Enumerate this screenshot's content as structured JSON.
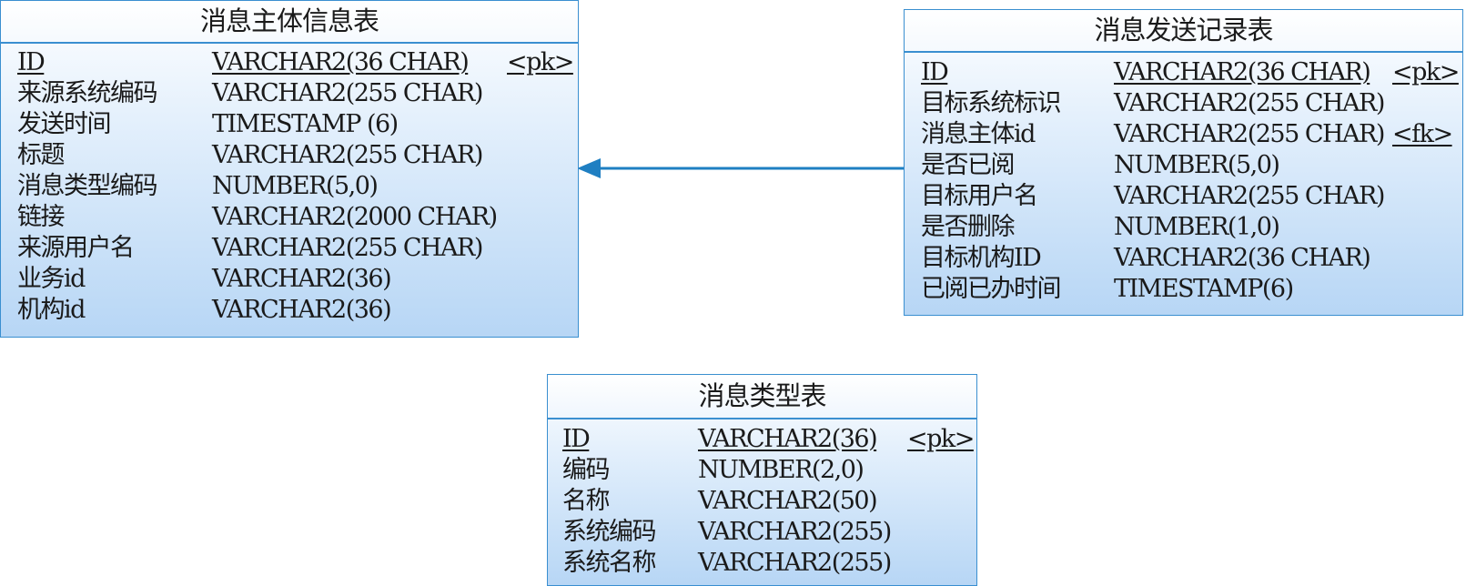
{
  "entities": {
    "message_body": {
      "title": "消息主体信息表",
      "columns": [
        {
          "name": "ID",
          "type": "VARCHAR2(36 CHAR)",
          "key": "<pk>",
          "underlined": true
        },
        {
          "name": "来源系统编码",
          "type": "VARCHAR2(255 CHAR)",
          "key": ""
        },
        {
          "name": "发送时间",
          "type": "TIMESTAMP (6)",
          "key": ""
        },
        {
          "name": "标题",
          "type": "VARCHAR2(255 CHAR)",
          "key": ""
        },
        {
          "name": "消息类型编码",
          "type": "NUMBER(5,0)",
          "key": ""
        },
        {
          "name": "链接",
          "type": "VARCHAR2(2000 CHAR)",
          "key": ""
        },
        {
          "name": "来源用户名",
          "type": "VARCHAR2(255 CHAR)",
          "key": ""
        },
        {
          "name": "业务id",
          "type": "VARCHAR2(36)",
          "key": ""
        },
        {
          "name": "机构id",
          "type": "VARCHAR2(36)",
          "key": ""
        }
      ]
    },
    "send_record": {
      "title": "消息发送记录表",
      "columns": [
        {
          "name": "ID",
          "type": "VARCHAR2(36 CHAR)",
          "key": "<pk>",
          "underlined": true
        },
        {
          "name": "目标系统标识",
          "type": "VARCHAR2(255 CHAR)",
          "key": ""
        },
        {
          "name": "消息主体id",
          "type": "VARCHAR2(255 CHAR)",
          "key": "<fk>"
        },
        {
          "name": "是否已阅",
          "type": "NUMBER(5,0)",
          "key": ""
        },
        {
          "name": "目标用户名",
          "type": "VARCHAR2(255 CHAR)",
          "key": ""
        },
        {
          "name": "是否删除",
          "type": "NUMBER(1,0)",
          "key": ""
        },
        {
          "name": "目标机构ID",
          "type": "VARCHAR2(36 CHAR)",
          "key": ""
        },
        {
          "name": "已阅已办时间",
          "type": "TIMESTAMP(6)",
          "key": ""
        }
      ]
    },
    "message_type": {
      "title": "消息类型表",
      "columns": [
        {
          "name": "ID",
          "type": "VARCHAR2(36)",
          "key": "<pk>",
          "underlined": true
        },
        {
          "name": "编码",
          "type": "NUMBER(2,0)",
          "key": ""
        },
        {
          "name": "名称",
          "type": "VARCHAR2(50)",
          "key": ""
        },
        {
          "name": "系统编码",
          "type": "VARCHAR2(255)",
          "key": ""
        },
        {
          "name": "系统名称",
          "type": "VARCHAR2(255)",
          "key": ""
        }
      ]
    }
  },
  "colors": {
    "border": "#3a8fd0",
    "connector": "#1f7fc2",
    "gradient_top": "#ffffff",
    "gradient_bottom": "#b7d6f5"
  }
}
